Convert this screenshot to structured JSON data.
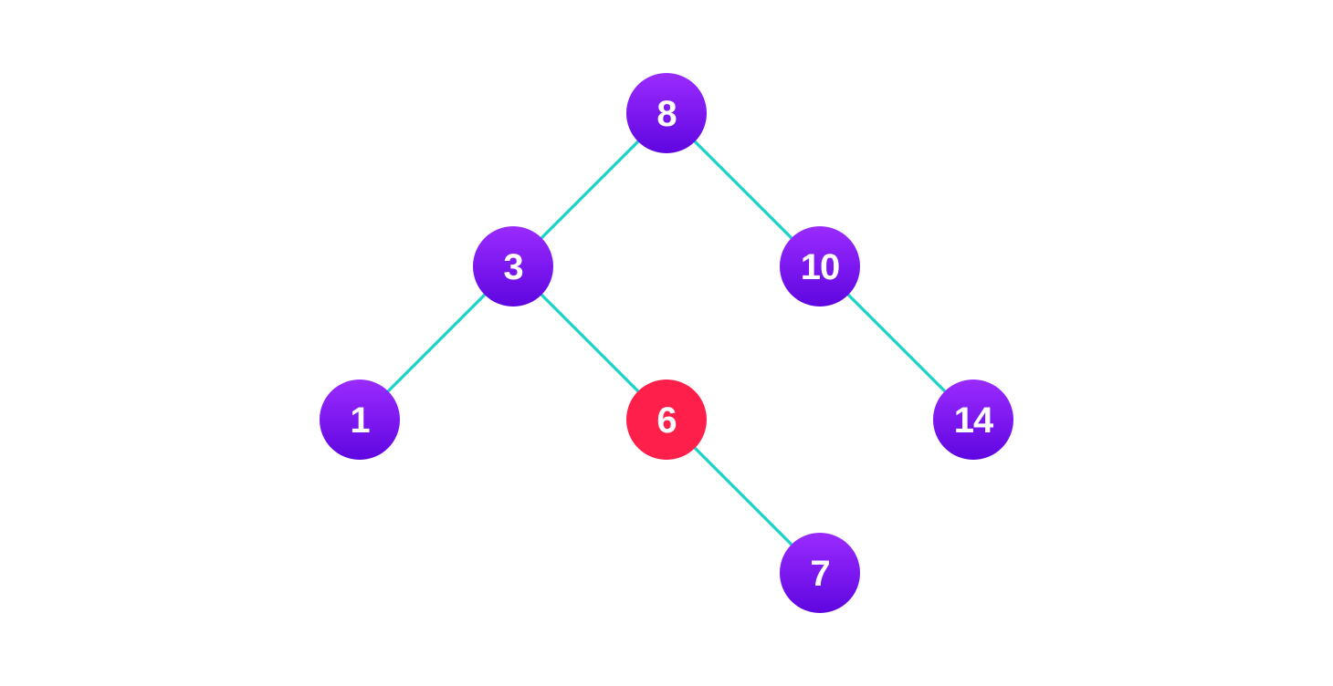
{
  "tree": {
    "nodes": [
      {
        "id": "n8",
        "label": "8",
        "highlighted": false
      },
      {
        "id": "n3",
        "label": "3",
        "highlighted": false
      },
      {
        "id": "n10",
        "label": "10",
        "highlighted": false
      },
      {
        "id": "n1",
        "label": "1",
        "highlighted": false
      },
      {
        "id": "n6",
        "label": "6",
        "highlighted": true
      },
      {
        "id": "n14",
        "label": "14",
        "highlighted": false
      },
      {
        "id": "n7",
        "label": "7",
        "highlighted": false
      }
    ],
    "edges": [
      {
        "from": "n8",
        "to": "n3"
      },
      {
        "from": "n8",
        "to": "n10"
      },
      {
        "from": "n3",
        "to": "n1"
      },
      {
        "from": "n3",
        "to": "n6"
      },
      {
        "from": "n10",
        "to": "n14"
      },
      {
        "from": "n6",
        "to": "n7"
      }
    ]
  },
  "colors": {
    "node_gradient_top": "#9a2bff",
    "node_gradient_bottom": "#5f06e0",
    "highlight_node": "#ff1f4b",
    "edge": "#19d3c5",
    "label": "#ffffff",
    "background": "#ffffff"
  }
}
